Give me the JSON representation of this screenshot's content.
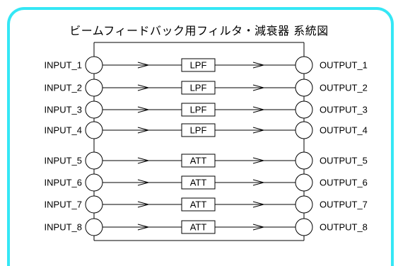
{
  "title": "ビームフィードバック用フィルタ・減衰器 系統図",
  "rows": [
    {
      "input": "INPUT_1",
      "block": "LPF",
      "output": "OUTPUT_1"
    },
    {
      "input": "INPUT_2",
      "block": "LPF",
      "output": "OUTPUT_2"
    },
    {
      "input": "INPUT_3",
      "block": "LPF",
      "output": "OUTPUT_3"
    },
    {
      "input": "INPUT_4",
      "block": "LPF",
      "output": "OUTPUT_4"
    },
    {
      "input": "INPUT_5",
      "block": "ATT",
      "output": "OUTPUT_5"
    },
    {
      "input": "INPUT_6",
      "block": "ATT",
      "output": "OUTPUT_6"
    },
    {
      "input": "INPUT_7",
      "block": "ATT",
      "output": "OUTPUT_7"
    },
    {
      "input": "INPUT_8",
      "block": "ATT",
      "output": "OUTPUT_8"
    }
  ],
  "colors": {
    "frame": "#35e7f5",
    "line": "#000000"
  }
}
